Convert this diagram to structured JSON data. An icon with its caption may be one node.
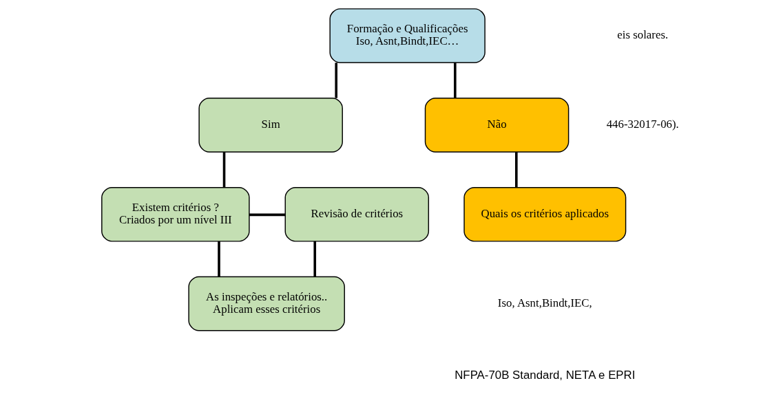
{
  "diagram": {
    "nodes": [
      {
        "text": [
          "Formação e Qualificações",
          "Iso, Asnt,Bindt,IEC…"
        ]
      },
      {
        "text": [
          "Sim"
        ]
      },
      {
        "text": [
          "Não"
        ]
      },
      {
        "text": [
          "Existem critérios ?",
          "Criados por um nível III"
        ]
      },
      {
        "text": [
          "Quais os critérios aplicados"
        ]
      },
      {
        "text": [
          "Revisão de critérios"
        ]
      },
      {
        "text": [
          "As inspeções e relatórios..",
          "Aplicam esses critérios"
        ]
      }
    ],
    "edges": [
      {
        "from": 0,
        "to": 1,
        "arrow": "none"
      },
      {
        "from": 0,
        "to": 2,
        "arrow": "none"
      },
      {
        "from": 1,
        "to": 3,
        "arrow": "none"
      },
      {
        "from": 2,
        "to": 4,
        "arrow": "none"
      },
      {
        "from": 3,
        "to": 5,
        "arrow": "none"
      },
      {
        "from": 3,
        "to": 6,
        "arrow": "none"
      },
      {
        "from": 6,
        "to": 5,
        "arrow": "none"
      }
    ],
    "labels": [
      "eis solares.",
      "446-32017-06).",
      "Iso, Asnt,Bindt,IEC,",
      "NFPA-70B Standard, NETA e EPRI"
    ]
  }
}
